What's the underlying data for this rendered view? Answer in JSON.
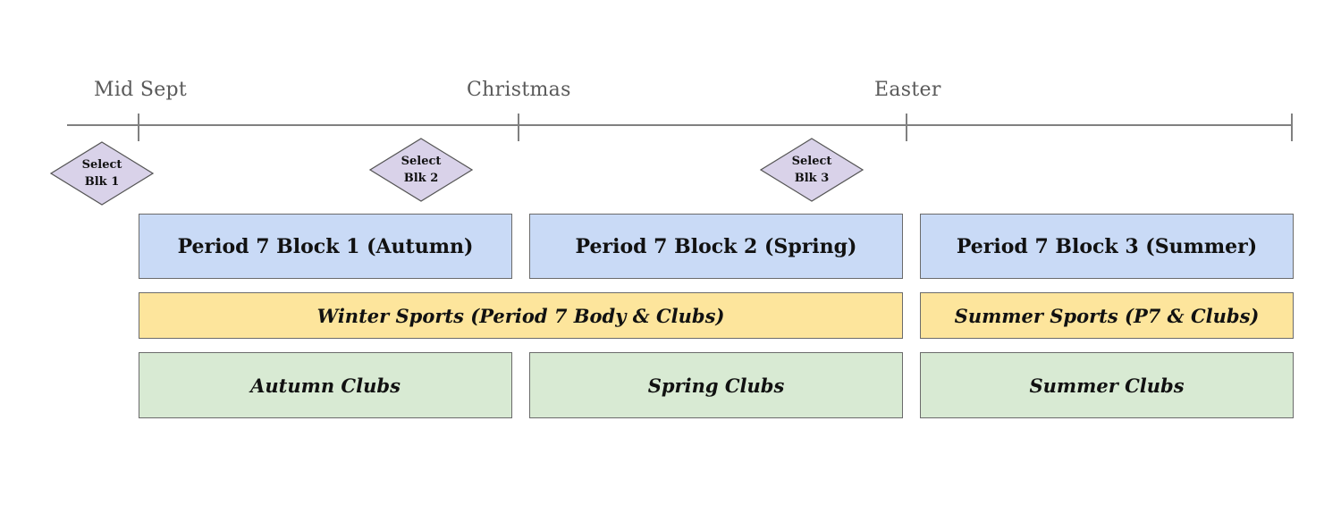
{
  "timeline": {
    "markers": [
      "Mid Sept",
      "Christmas",
      "Easter"
    ]
  },
  "selections": [
    {
      "text": "Select\nBlk 1"
    },
    {
      "text": "Select\nBlk 2"
    },
    {
      "text": "Select\nBlk 3"
    }
  ],
  "period7_blocks": [
    "Period 7 Block 1 (Autumn)",
    "Period 7 Block 2 (Spring)",
    "Period 7 Block 3 (Summer)"
  ],
  "sports": [
    "Winter Sports (Period 7 Body & Clubs)",
    "Summer Sports (P7 & Clubs)"
  ],
  "clubs": [
    "Autumn Clubs",
    "Spring Clubs",
    "Summer Clubs"
  ],
  "colors": {
    "timeline": "#808080",
    "marker_text": "#595959",
    "diamond_fill": "#d9d2e9",
    "period7_fill": "#c9daf6",
    "sports_fill": "#fde59c",
    "clubs_fill": "#d8ead3",
    "box_border": "#6b6b6b"
  }
}
